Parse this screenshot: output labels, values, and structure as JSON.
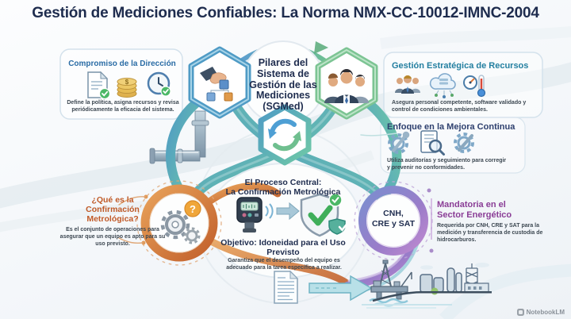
{
  "title": {
    "text": "Gestión de Mediciones Confiables: La Norma NMX-CC-10012-IMNC-2004",
    "color": "#1e2c4e"
  },
  "sections": {
    "compromiso": {
      "heading": "Compromiso de la Dirección",
      "body": "Define la política, asigna recursos y revisa periódicamente la eficacia del sistema.",
      "icons": [
        "document-check-icon",
        "coins-icon",
        "clock-check-icon"
      ],
      "heading_color": "#2a6ca5"
    },
    "pilares": {
      "heading": "Pilares del Sistema de Gestión de las Mediciones (SGMed)",
      "icons": [
        "hand-organizing-blocks-icon",
        "team-people-icon",
        "cycle-arrows-icon"
      ]
    },
    "recursos": {
      "heading": "Gestión Estratégica de Recursos",
      "body": "Asegura personal competente, software validado y control de condiciones ambientales.",
      "icons": [
        "people-group-icon",
        "cloud-server-icon",
        "gauge-thermometer-icon"
      ],
      "heading_color": "#237fa0"
    },
    "mejora": {
      "heading": "Enfoque en la Mejora Continua",
      "body": "Utiliza auditorías y seguimiento para corregir y prevenir no conformidades.",
      "icons": [
        "gear-wrench-icon",
        "document-magnifier-icon",
        "gear-wrench-icon"
      ],
      "heading_color": "#2d3f6e"
    },
    "proceso": {
      "heading_line1": "El Proceso Central:",
      "heading_line2": "La Confirmación Metrológica",
      "icons": [
        "pressure-transmitter-icon",
        "arrow-right-icon",
        "shield-check-icon"
      ],
      "heading_color": "#1e2c4e"
    },
    "objetivo": {
      "heading": "Objetivo: Idoneidad para el Uso Previsto",
      "body": "Garantiza que el desempeño del equipo es adecuado para la tarea específica a realizar.",
      "heading_color": "#1e2c4e"
    },
    "que_es": {
      "heading_line1": "¿Qué es la",
      "heading_line2": "Confirmación",
      "heading_line3": "Metrológica?",
      "body": "Es el conjunto de operaciones para asegurar que un equipo es apto para su uso previsto.",
      "icons": [
        "gears-question-icon"
      ],
      "heading_color": "#c05a28"
    },
    "mandatoria": {
      "heading_line1": "Mandatoria en el",
      "heading_line2": "Sector Energético",
      "body": "Requerida por CNH, CRE y SAT para la medición y transferencia de custodia de hidrocarburos.",
      "heading_color": "#8a3d96"
    },
    "cnh": {
      "line1": "CNH,",
      "line2": "CRE y SAT"
    }
  },
  "illustrations": [
    "pipe-icon",
    "road-arc-icon",
    "document-icon",
    "big-arrow-icon",
    "oil-platform-icon",
    "refinery-icon"
  ],
  "watermark": {
    "label": "NotebookLM"
  },
  "colors": {
    "ribbon_teal": "#57a7c9",
    "ribbon_green": "#6fc9a6",
    "ribbon_orange": "#d4763c",
    "ribbon_purple": "#9a7cc9",
    "hex_blue": "#4f9bc5",
    "hex_green": "#7cc493",
    "accent_check_green": "#4cb867",
    "question_orange": "#f0a63a"
  }
}
